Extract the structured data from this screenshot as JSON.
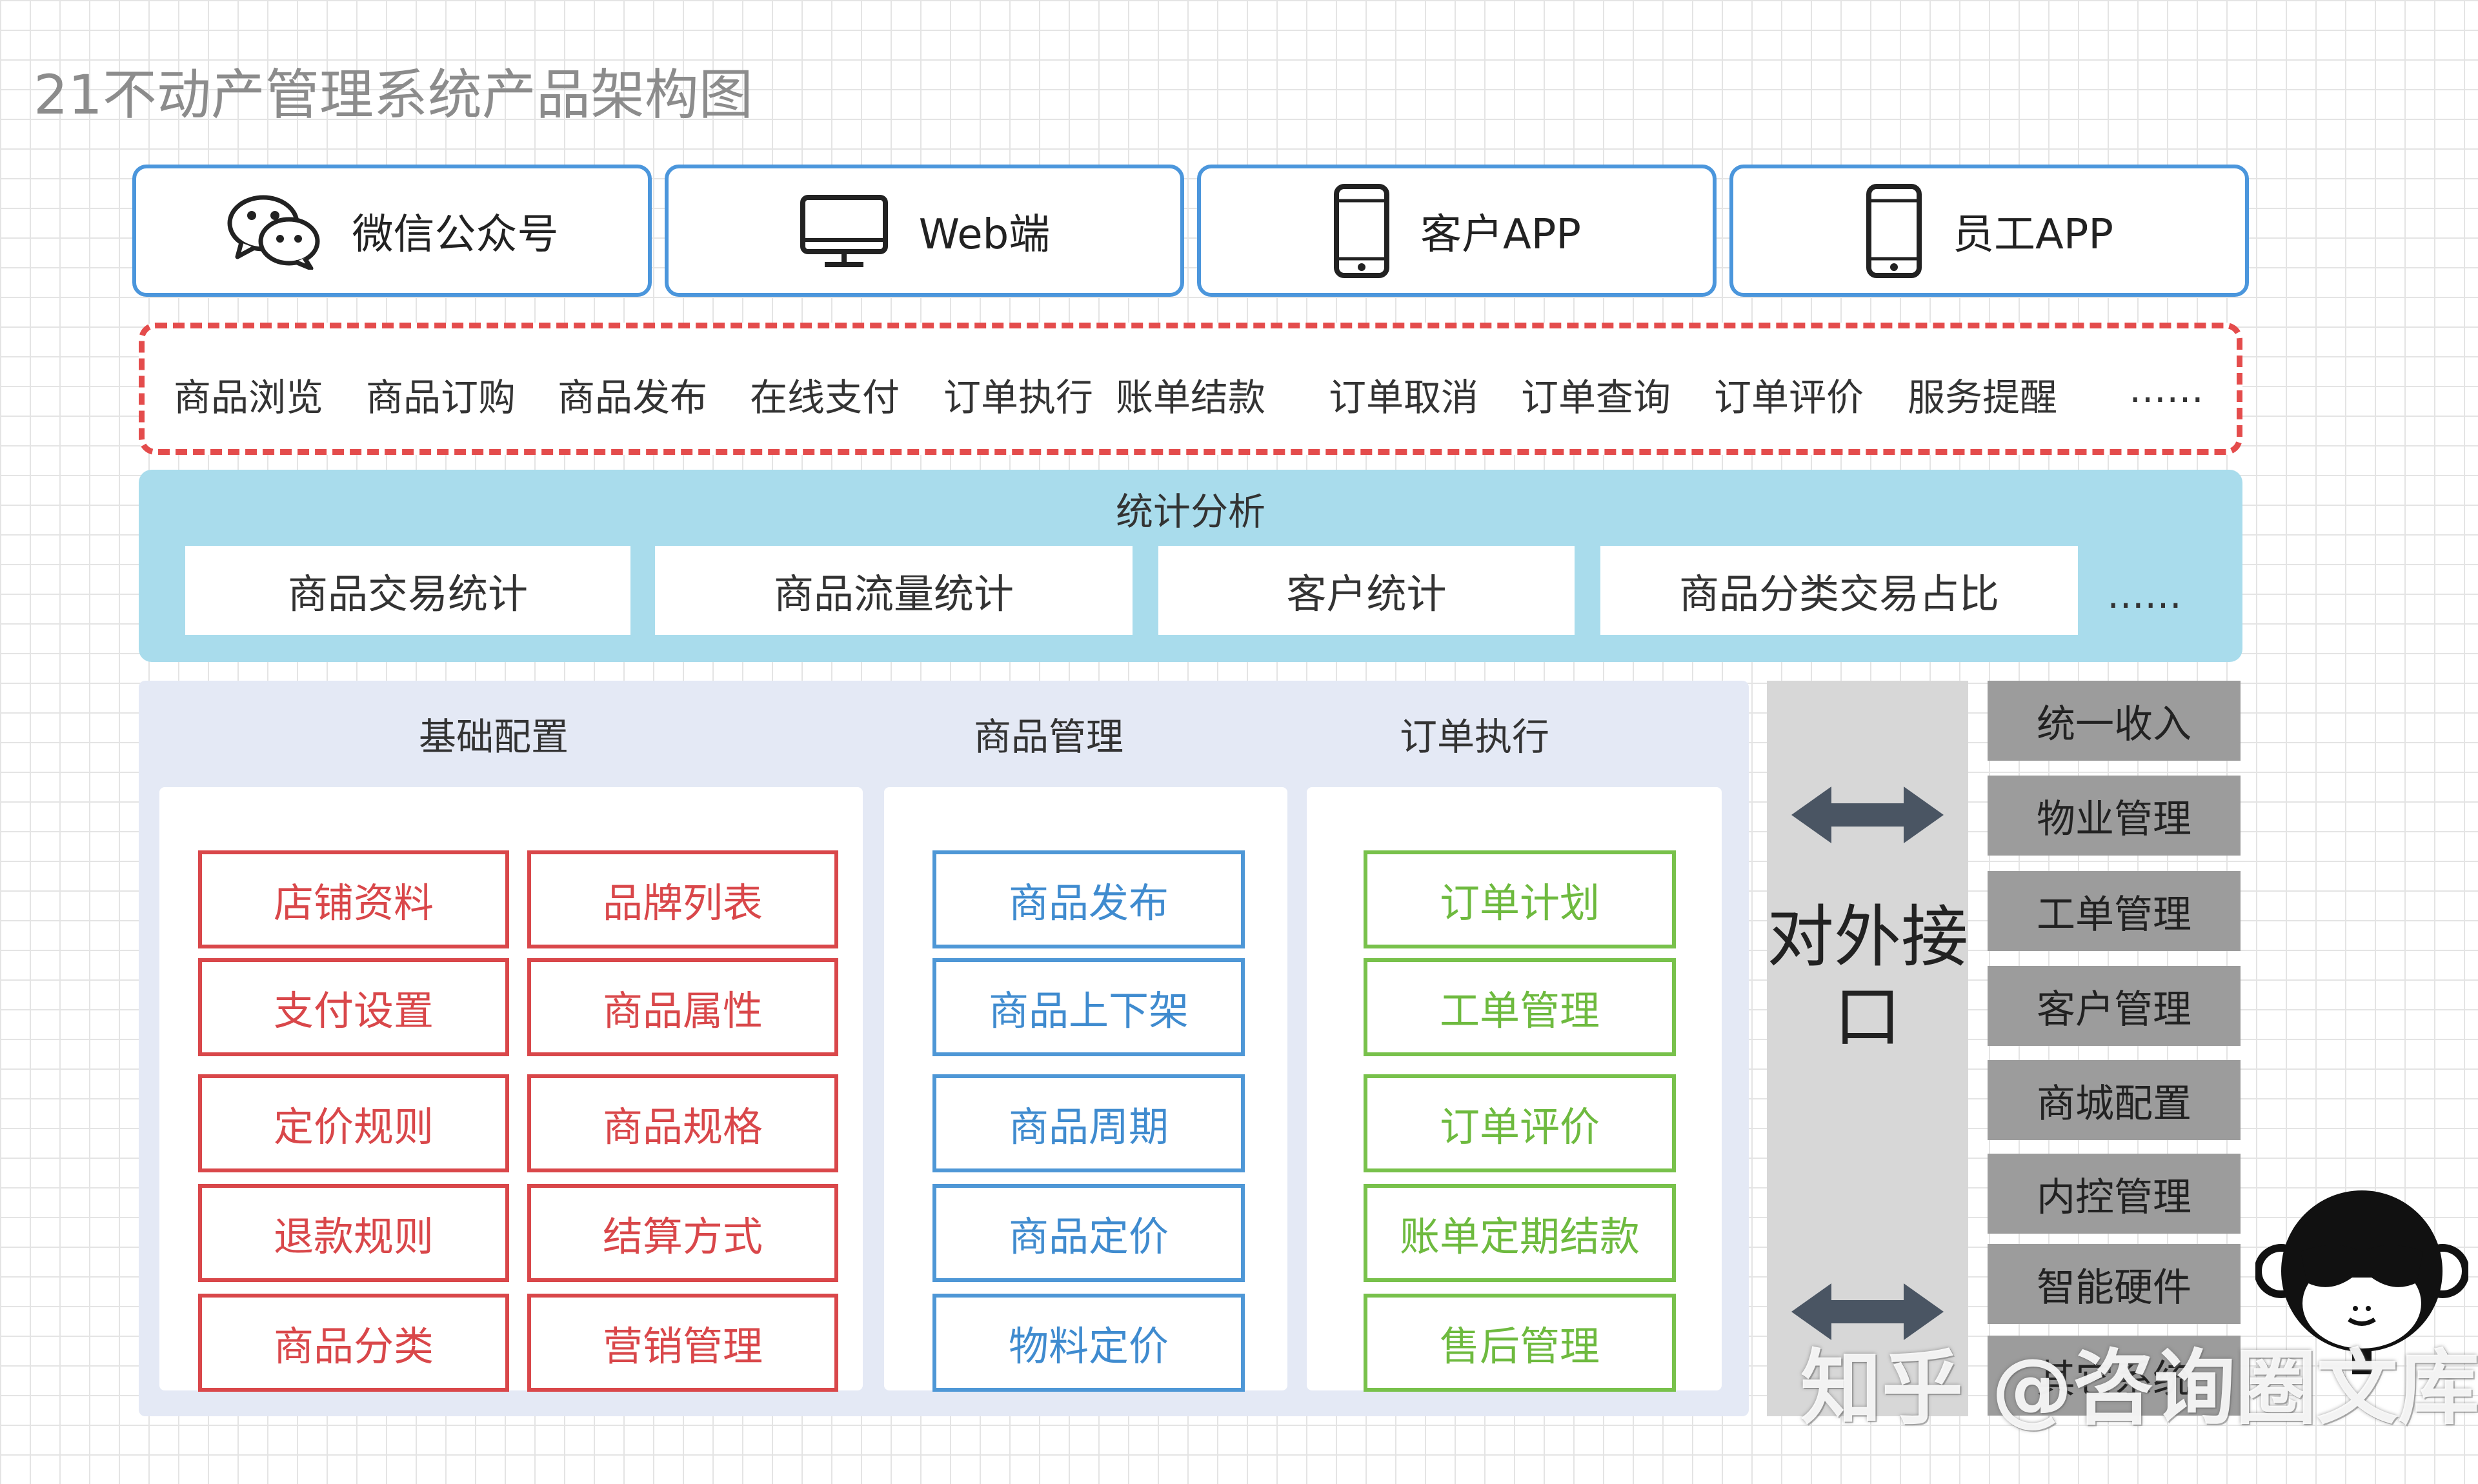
{
  "title": "21不动产管理系统产品架构图",
  "clients": [
    {
      "label": "微信公众号",
      "icon": "wechat-icon"
    },
    {
      "label": "Web端",
      "icon": "monitor-icon"
    },
    {
      "label": "客户APP",
      "icon": "phone-icon"
    },
    {
      "label": "员工APP",
      "icon": "phone-icon"
    }
  ],
  "functions": [
    "商品浏览",
    "商品订购",
    "商品发布",
    "在线支付",
    "订单执行",
    "账单结款",
    "订单取消",
    "订单查询",
    "订单评价",
    "服务提醒",
    "……"
  ],
  "stats": {
    "title": "统计分析",
    "items": [
      "商品交易统计",
      "商品流量统计",
      "客户统计",
      "商品分类交易占比"
    ],
    "more": "……"
  },
  "modules": {
    "base": {
      "title": "基础配置",
      "left": [
        "店铺资料",
        "支付设置",
        "定价规则",
        "退款规则",
        "商品分类"
      ],
      "right": [
        "品牌列表",
        "商品属性",
        "商品规格",
        "结算方式",
        "营销管理"
      ]
    },
    "product": {
      "title": "商品管理",
      "items": [
        "商品发布",
        "商品上下架",
        "商品周期",
        "商品定价",
        "物料定价"
      ]
    },
    "order": {
      "title": "订单执行",
      "items": [
        "订单计划",
        "工单管理",
        "订单评价",
        "账单定期结款",
        "售后管理"
      ]
    }
  },
  "interface": {
    "label": "对外接口"
  },
  "external": [
    "统一收入",
    "物业管理",
    "工单管理",
    "客户管理",
    "商城配置",
    "内控管理",
    "智能硬件",
    "其它系统"
  ],
  "watermark": "知乎 @咨询圈文库",
  "colors": {
    "client_border": "#4b96dc",
    "dashed_red": "#e44c4c",
    "stats_bg": "#a9dcec",
    "red": "#d9474a",
    "blue": "#4e97d6",
    "green": "#78c14b",
    "external_bg": "#9c9c9c"
  }
}
